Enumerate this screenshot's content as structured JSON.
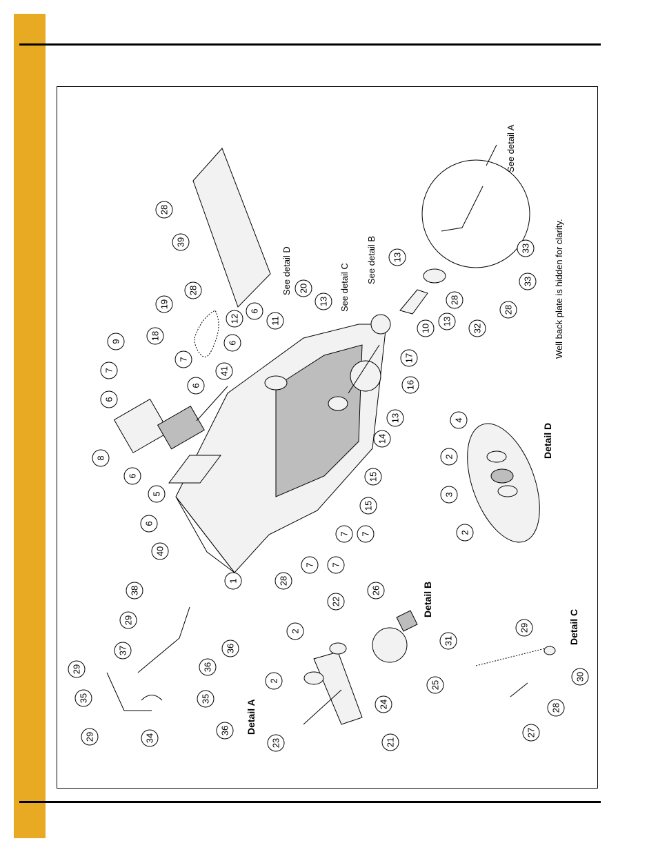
{
  "colors": {
    "side_band": "#E8AA22",
    "rule": "#000000"
  },
  "notes": {
    "see_detail_a": "See detail A",
    "see_detail_b": "See detail B",
    "see_detail_c": "See detail C",
    "see_detail_d": "See detail D",
    "hidden_note": "Well back plate is hidden for clarity."
  },
  "details": {
    "a": "Detail A",
    "b": "Detail B",
    "c": "Detail C",
    "d": "Detail D"
  },
  "callouts": [
    {
      "n": "28"
    },
    {
      "n": "39"
    },
    {
      "n": "28"
    },
    {
      "n": "19"
    },
    {
      "n": "18"
    },
    {
      "n": "9"
    },
    {
      "n": "7"
    },
    {
      "n": "7"
    },
    {
      "n": "6"
    },
    {
      "n": "6"
    },
    {
      "n": "8"
    },
    {
      "n": "6"
    },
    {
      "n": "5"
    },
    {
      "n": "6"
    },
    {
      "n": "40"
    },
    {
      "n": "1"
    },
    {
      "n": "28"
    },
    {
      "n": "41"
    },
    {
      "n": "12"
    },
    {
      "n": "6"
    },
    {
      "n": "6"
    },
    {
      "n": "11"
    },
    {
      "n": "20"
    },
    {
      "n": "13"
    },
    {
      "n": "13"
    },
    {
      "n": "10"
    },
    {
      "n": "13"
    },
    {
      "n": "28"
    },
    {
      "n": "32"
    },
    {
      "n": "28"
    },
    {
      "n": "33"
    },
    {
      "n": "33"
    },
    {
      "n": "17"
    },
    {
      "n": "16"
    },
    {
      "n": "13"
    },
    {
      "n": "14"
    },
    {
      "n": "15"
    },
    {
      "n": "15"
    },
    {
      "n": "7"
    },
    {
      "n": "7"
    },
    {
      "n": "7"
    },
    {
      "n": "7"
    },
    {
      "n": "4"
    },
    {
      "n": "2"
    },
    {
      "n": "3"
    },
    {
      "n": "2"
    },
    {
      "n": "38"
    },
    {
      "n": "29"
    },
    {
      "n": "37"
    },
    {
      "n": "29"
    },
    {
      "n": "35"
    },
    {
      "n": "36"
    },
    {
      "n": "36"
    },
    {
      "n": "35"
    },
    {
      "n": "29"
    },
    {
      "n": "34"
    },
    {
      "n": "36"
    },
    {
      "n": "2"
    },
    {
      "n": "22"
    },
    {
      "n": "26"
    },
    {
      "n": "2"
    },
    {
      "n": "24"
    },
    {
      "n": "25"
    },
    {
      "n": "23"
    },
    {
      "n": "21"
    },
    {
      "n": "31"
    },
    {
      "n": "29"
    },
    {
      "n": "30"
    },
    {
      "n": "28"
    },
    {
      "n": "27"
    }
  ]
}
